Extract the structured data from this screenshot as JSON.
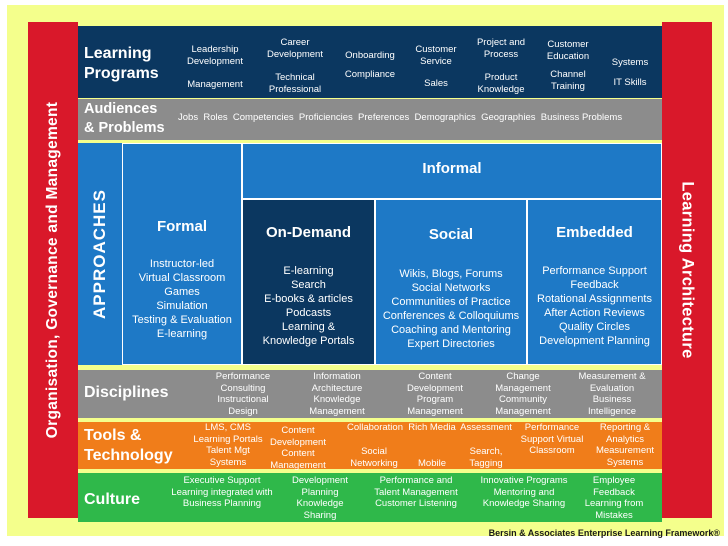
{
  "colors": {
    "frame": "#f4ff8c",
    "side_red": "#d9182a",
    "navy": "#0b3760",
    "grey": "#8c8c8c",
    "blue": "#1e79c6",
    "blue_dark": "#0b3760",
    "orange": "#f07d1a",
    "green": "#2fb84a"
  },
  "side_left": {
    "label": "Organisation, Governance and Management"
  },
  "side_right": {
    "label": "Learning Architecture"
  },
  "learning_programs": {
    "title_line1": "Learning",
    "title_line2": "Programs",
    "items": [
      "Leadership Development",
      "Career Development",
      "Onboarding",
      "Customer Service",
      "Project and Process",
      "Customer Education",
      "Systems",
      "Management",
      "Technical Professional",
      "Compliance",
      "Sales",
      "Product Knowledge",
      "Channel Training",
      "IT Skills"
    ]
  },
  "audiences": {
    "title_line1": "Audiences",
    "title_line2": "& Problems",
    "items": "Jobs  Roles  Competencies  Proficiencies  Preferences  Demographics  Geographies  Business Problems"
  },
  "approaches": {
    "label": "APPROACHES",
    "informal_label": "Informal",
    "formal": {
      "title": "Formal",
      "items": [
        "Instructor-led",
        "Virtual Classroom",
        "Games",
        "Simulation",
        "Testing & Evaluation",
        "E-learning"
      ]
    },
    "on_demand": {
      "title": "On-Demand",
      "items": [
        "E-learning",
        "Search",
        "E-books & articles",
        "Podcasts",
        "Learning &",
        "Knowledge Portals"
      ]
    },
    "social": {
      "title": "Social",
      "items": [
        "Wikis, Blogs, Forums",
        "Social Networks",
        "Communities of Practice",
        "Conferences & Colloquiums",
        "Coaching and Mentoring",
        "Expert Directories"
      ]
    },
    "embedded": {
      "title": "Embedded",
      "items": [
        "Performance Support",
        "Feedback",
        "Rotational Assignments",
        "After Action Reviews",
        "Quality Circles",
        "Development Planning"
      ]
    }
  },
  "disciplines": {
    "title": "Disciplines",
    "items": [
      "Performance Consulting Instructional Design",
      "Information Architecture Knowledge Management",
      "Content Development Program Management",
      "Change Management Community Management",
      "Measurement & Evaluation Business Intelligence"
    ]
  },
  "tools": {
    "title_line1": "Tools &",
    "title_line2": "Technology",
    "items": [
      "LMS, CMS Learning Portals Talent Mgt Systems",
      "Content Development Content Management",
      "Collaboration",
      "Rich Media",
      "Assessment",
      "Performance Support Virtual Classroom",
      "Reporting & Analytics Measurement Systems",
      "Social Networking",
      "Mobile",
      "Search, Tagging"
    ]
  },
  "culture": {
    "title": "Culture",
    "items": [
      "Executive Support Learning integrated with Business Planning",
      "Development Planning Knowledge Sharing",
      "Performance and Talent Management Customer Listening",
      "Innovative Programs Mentoring and Knowledge Sharing",
      "Employee Feedback Learning from Mistakes"
    ]
  },
  "footer": "Bersin & Associates Enterprise Learning Framework®"
}
